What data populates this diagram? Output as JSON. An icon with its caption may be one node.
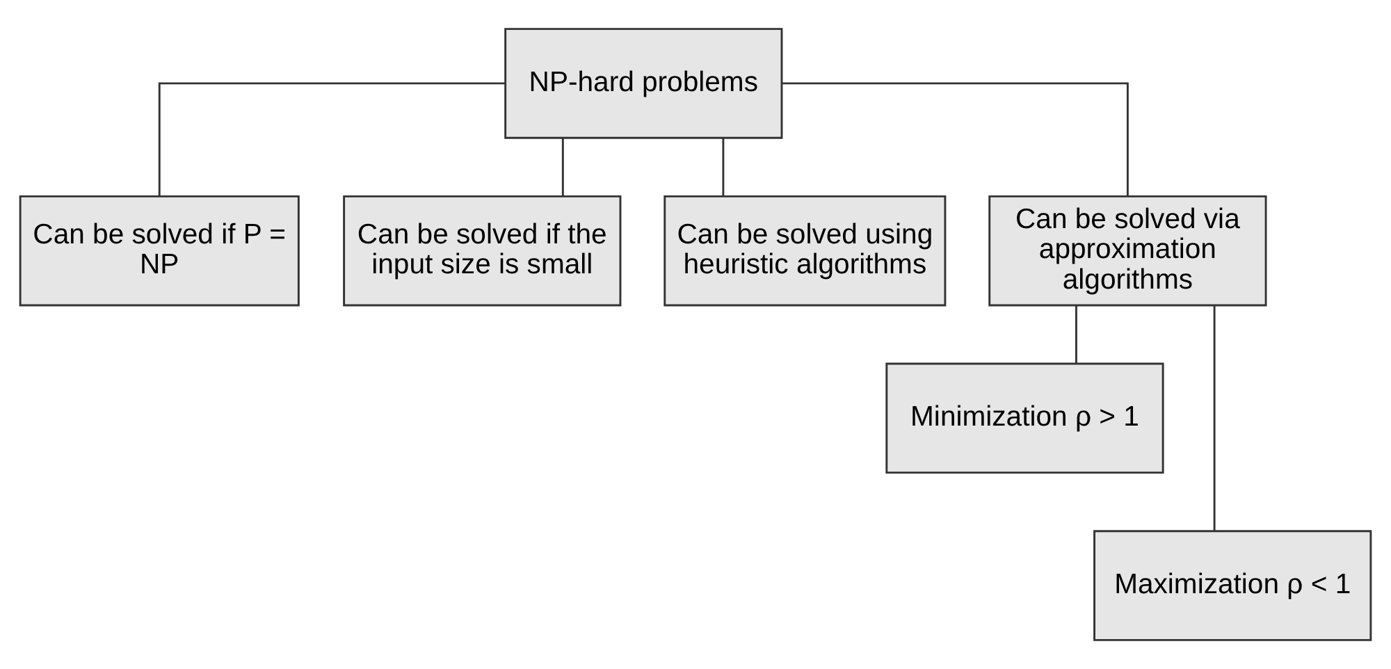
{
  "diagram": {
    "nodes": [
      {
        "text": [
          "NP-hard problems"
        ]
      },
      {
        "text": [
          "Can be solved if P = NP"
        ]
      },
      {
        "text": [
          "Can be solved if the input size is small"
        ]
      },
      {
        "text": [
          "Can be solved using heuristic algorithms"
        ]
      },
      {
        "text": [
          "Can be solved via approximation algorithms"
        ]
      },
      {
        "text": [
          "Minimization ρ > 1"
        ]
      },
      {
        "text": [
          "Maximization ρ < 1"
        ]
      }
    ],
    "edges": [
      {
        "from": 0,
        "to": 1,
        "arrow": "none"
      },
      {
        "from": 0,
        "to": 2,
        "arrow": "none"
      },
      {
        "from": 0,
        "to": 3,
        "arrow": "none"
      },
      {
        "from": 0,
        "to": 4,
        "arrow": "none"
      },
      {
        "from": 4,
        "to": 5,
        "arrow": "none"
      },
      {
        "from": 4,
        "to": 6,
        "arrow": "none"
      }
    ]
  }
}
